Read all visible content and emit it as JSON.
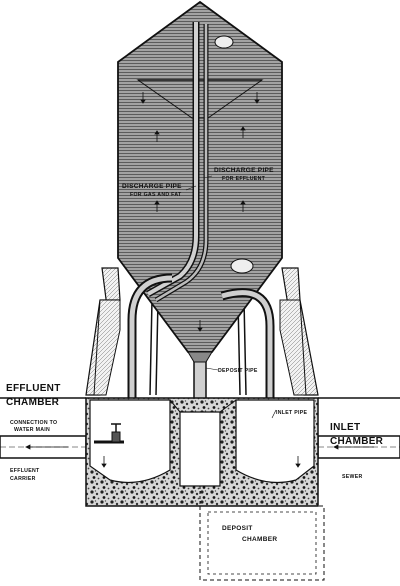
{
  "labels": {
    "discharge_pipe_effluent_1": "DISCHARGE PIPE",
    "discharge_pipe_effluent_2": "FOR EFFLUENT",
    "discharge_pipe_gas_1": "DISCHARGE PIPE",
    "discharge_pipe_gas_2": "FOR GAS AND FAT",
    "deposit_pipe": "DEPOSIT PIPE",
    "effluent_chamber_1": "EFFLUENT",
    "effluent_chamber_2": "CHAMBER",
    "connection_water_main_1": "CONNECTION TO",
    "connection_water_main_2": "WATER MAIN",
    "effluent_carrier_1": "EFFLUENT",
    "effluent_carrier_2": "CARRIER",
    "inlet_pipe": "INLET PIPE",
    "inlet_chamber_1": "INLET",
    "inlet_chamber_2": "CHAMBER",
    "sewer": "SEWER",
    "deposit_chamber_1": "DEPOSIT",
    "deposit_chamber_2": "CHAMBER"
  },
  "colors": {
    "ink": "#111111",
    "paper": "#ffffff",
    "tank_fill": "#9a9a9a",
    "concrete": "#6e6e6e"
  }
}
